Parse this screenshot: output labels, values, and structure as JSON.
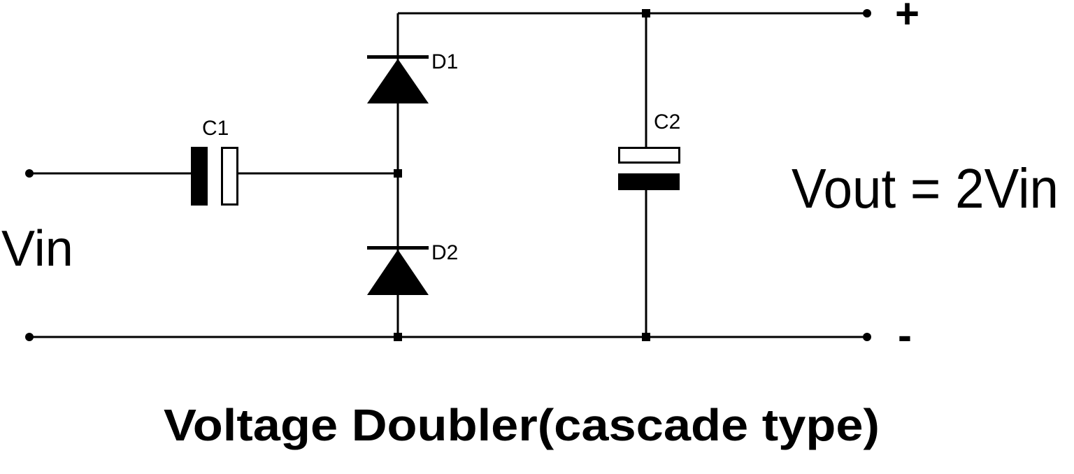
{
  "diagram": {
    "title": "Voltage Doubler(cascade type)",
    "input_label": "Vin",
    "output_equation": "Vout = 2Vin",
    "plus_terminal": "+",
    "minus_terminal": "-",
    "components": {
      "c1": "C1",
      "c2": "C2",
      "d1": "D1",
      "d2": "D2"
    },
    "colors": {
      "ink": "#000000",
      "background": "#ffffff"
    }
  }
}
